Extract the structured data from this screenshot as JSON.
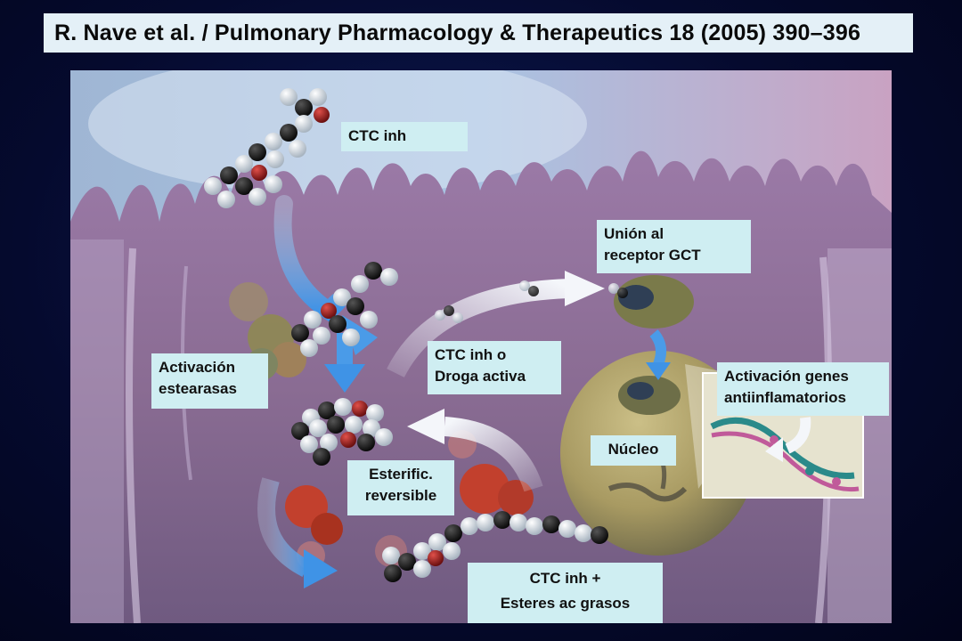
{
  "header": {
    "title": "R. Nave et al. / Pulmonary Pharmacology & Therapeutics 18 (2005) 390–396"
  },
  "labels": {
    "ctc_inh": "CTC inh",
    "receptor_line1": "Unión al",
    "receptor_line2": "receptor GCT",
    "esterase_line1": "Activación",
    "esterase_line2": "estearasas",
    "active_line1": "CTC inh o",
    "active_line2": "Droga activa",
    "genes_line1": "Activación genes",
    "genes_line2": "antiinflamatorios",
    "nucleus": "Núcleo",
    "esterif_line1": "Esterific.",
    "esterif_line2": "reversible",
    "esters_line1": "CTC inh +",
    "esters_line2": "Esteres ac grasos"
  },
  "colors": {
    "label_bg": "#cfeef2",
    "title_bg": "#e4f0f7",
    "cell": "#8a6c93",
    "arrow_blue": "#5aa8e8",
    "arrow_white": "#e9edf4",
    "nucleus": "#a89a62"
  }
}
